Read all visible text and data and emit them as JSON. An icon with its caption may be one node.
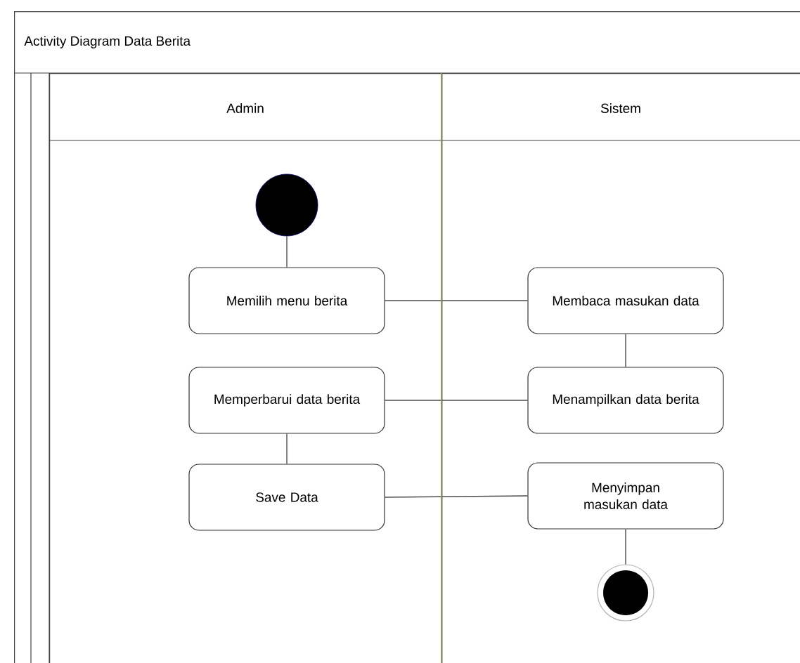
{
  "diagram": {
    "nodes": [
      {
        "text": [
          "Activity Diagram Data Berita"
        ]
      },
      {
        "text": [
          "Admin"
        ],
        "in": 0
      },
      {
        "text": [
          "Sistem"
        ],
        "in": 0
      },
      {
        "text": [],
        "shape": "circle",
        "in": 1
      },
      {
        "text": [
          "Memilih menu berita"
        ],
        "in": 1
      },
      {
        "text": [
          "Memperbarui data berita"
        ],
        "in": 1
      },
      {
        "text": [
          "Save Data"
        ],
        "in": 1
      },
      {
        "text": [
          "Membaca masukan data"
        ],
        "in": 2
      },
      {
        "text": [
          "Menampilkan data berita"
        ],
        "in": 2
      },
      {
        "text": [
          "Menyimpan masukan data"
        ],
        "in": 2
      },
      {
        "text": [],
        "shape": "circle",
        "in": 2
      }
    ],
    "edges": [
      {
        "from": 3,
        "to": 4,
        "arrow": "none"
      },
      {
        "from": 4,
        "to": 7,
        "arrow": "none"
      },
      {
        "from": 7,
        "to": 8,
        "arrow": "none"
      },
      {
        "from": 8,
        "to": 5,
        "arrow": "none"
      },
      {
        "from": 5,
        "to": 6,
        "arrow": "none"
      },
      {
        "from": 6,
        "to": 9,
        "arrow": "none"
      },
      {
        "from": 9,
        "to": 10,
        "arrow": "none"
      }
    ]
  }
}
